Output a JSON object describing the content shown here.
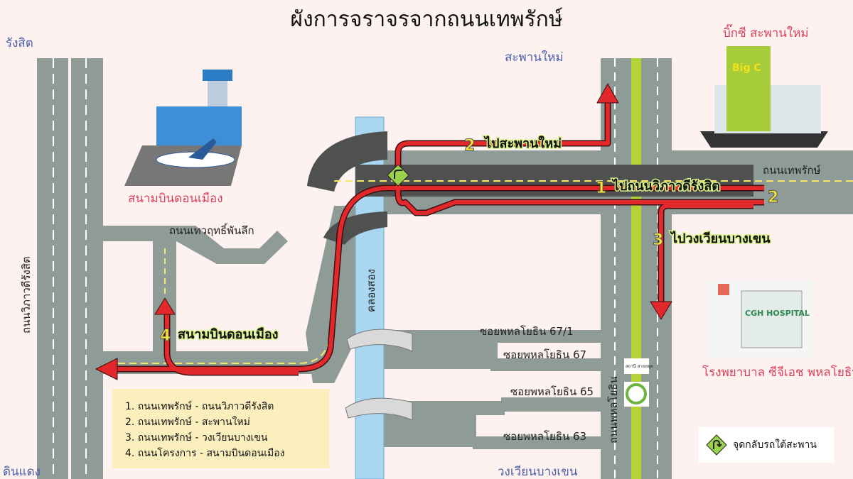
{
  "title": "ผังการจราจรจากถนนเทพรักษ์",
  "places": {
    "rangsit": "รังสิต",
    "din_daeng": "ดินแดง",
    "saphan_mai_top": "สะพานใหม่",
    "bang_khen_circle": "วงเวียนบางเขน",
    "big_c": "บิ๊กซี สะพานใหม่",
    "big_c_logo": "Big C",
    "don_mueang_airport": "สนามบินดอนเมือง",
    "cgh_hospital": "โรงพยาบาล ซีจีเอช พหลโยธิน",
    "cgh_logo": "CGH HOSPITAL",
    "station": "สถานี สายหยุด"
  },
  "roads": {
    "vibhavadi": "ถนนวิภาวดีรังสิต",
    "thepharak": "ถนนเทพรักษ์",
    "thewarit": "ถนนเทวฤทธิ์พันลึก",
    "phahonyothin": "ถนนพหลโยธิน",
    "khlong": "คลองสอง",
    "soi_67_1": "ซอยพหลโยธิน 67/1",
    "soi_67": "ซอยพหลโยธิน 67",
    "soi_65": "ซอยพหลโยธิน 65",
    "soi_63": "ซอยพหลโยธิน 63"
  },
  "routes": [
    {
      "number": "1",
      "label": "ไปถนนวิภาวดีรังสิต"
    },
    {
      "number": "2",
      "label": "ไปสะพานใหม่"
    },
    {
      "number": "3",
      "label": "ไปวงเวียนบางเขน"
    },
    {
      "number": "4",
      "label": "สนามบินดอนเมือง"
    }
  ],
  "legend": [
    "1. ถนนเทพรักษ์ - ถนนวิภาวดีรังสิต",
    "2. ถนนเทพรักษ์ - สะพานใหม่",
    "3. ถนนเทพรักษ์ - วงเวียนบางเขน",
    "4. ถนนโครงการ - สนามบินดอนเมือง"
  ],
  "key": {
    "icon": "u-turn-sign-icon",
    "label": "จุดกลับรถใต้สะพาน"
  },
  "colors": {
    "road": "#8e9b97",
    "flyover": "#4f5150",
    "route": "#e3282c",
    "canal": "#a9d6f0",
    "median": "#b5d334"
  }
}
